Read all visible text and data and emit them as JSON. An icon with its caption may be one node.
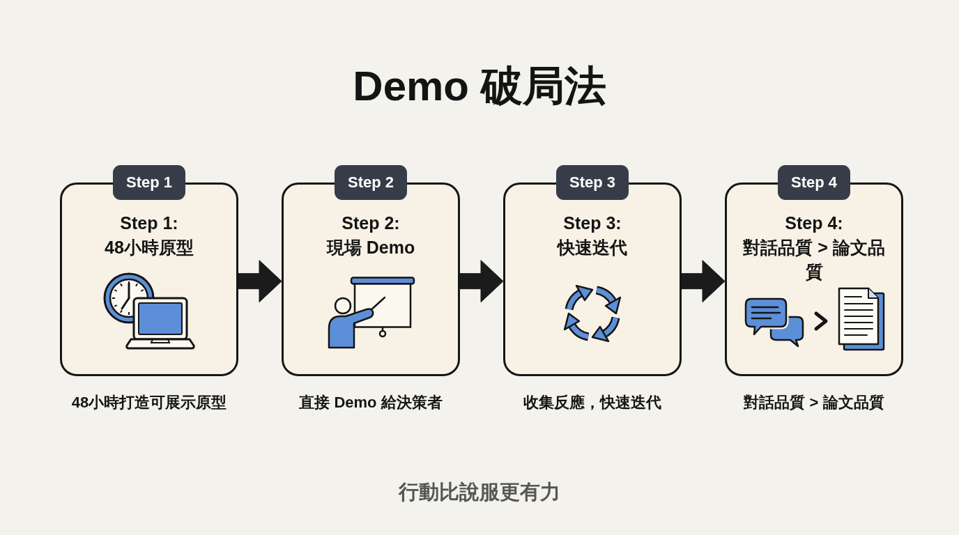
{
  "diagram": {
    "title": "Demo 破局法",
    "nodes": [
      {
        "text": [
          "Step 1",
          "Step 1: 48小時原型"
        ],
        "beside": [
          "48小時打造可展示原型"
        ]
      },
      {
        "text": [
          "Step 2",
          "Step 2: 現場 Demo"
        ],
        "beside": [
          "直接 Demo 給決策者"
        ]
      },
      {
        "text": [
          "Step 3",
          "Step 3: 快速迭代"
        ],
        "beside": [
          "收集反應，快速迭代"
        ]
      },
      {
        "text": [
          "Step 4",
          "Step 4: 對話品質 > 論文品質"
        ],
        "beside": [
          "對話品質 > 論文品質"
        ]
      }
    ],
    "edges": [
      {
        "from": 0,
        "to": 1,
        "arrow": "to"
      },
      {
        "from": 1,
        "to": 2,
        "arrow": "to"
      },
      {
        "from": 2,
        "to": 3,
        "arrow": "to"
      }
    ],
    "caption": "行動比說服更有力"
  }
}
